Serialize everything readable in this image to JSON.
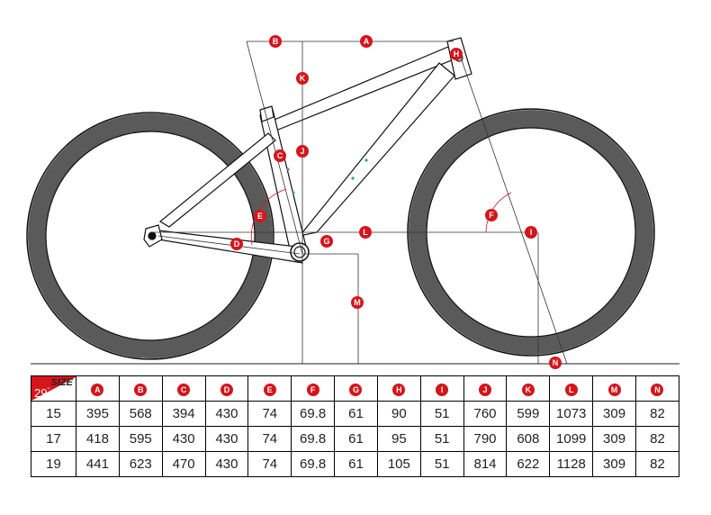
{
  "diagram": {
    "labels": {
      "A": "A",
      "B": "B",
      "C": "C",
      "D": "D",
      "E": "E",
      "F": "F",
      "G": "G",
      "H": "H",
      "I": "I",
      "J": "J",
      "K": "K",
      "L": "L",
      "M": "M",
      "N": "N"
    }
  },
  "table": {
    "size_label": "SIZE",
    "wheel_label": "29",
    "wheel_unit": "\"",
    "columns": [
      "A",
      "B",
      "C",
      "D",
      "E",
      "F",
      "G",
      "H",
      "I",
      "J",
      "K",
      "L",
      "M",
      "N"
    ],
    "rows": [
      {
        "size": "15",
        "values": [
          "395",
          "568",
          "394",
          "430",
          "74",
          "69.8",
          "61",
          "90",
          "51",
          "760",
          "599",
          "1073",
          "309",
          "82"
        ]
      },
      {
        "size": "17",
        "values": [
          "418",
          "595",
          "430",
          "430",
          "74",
          "69.8",
          "61",
          "95",
          "51",
          "790",
          "608",
          "1099",
          "309",
          "82"
        ]
      },
      {
        "size": "19",
        "values": [
          "441",
          "623",
          "470",
          "430",
          "74",
          "69.8",
          "61",
          "105",
          "51",
          "814",
          "622",
          "1128",
          "309",
          "82"
        ]
      }
    ]
  },
  "colors": {
    "accent": "#d7141a",
    "tire": "#5a5a5a",
    "frame": "#111111",
    "lines": "#222222"
  }
}
